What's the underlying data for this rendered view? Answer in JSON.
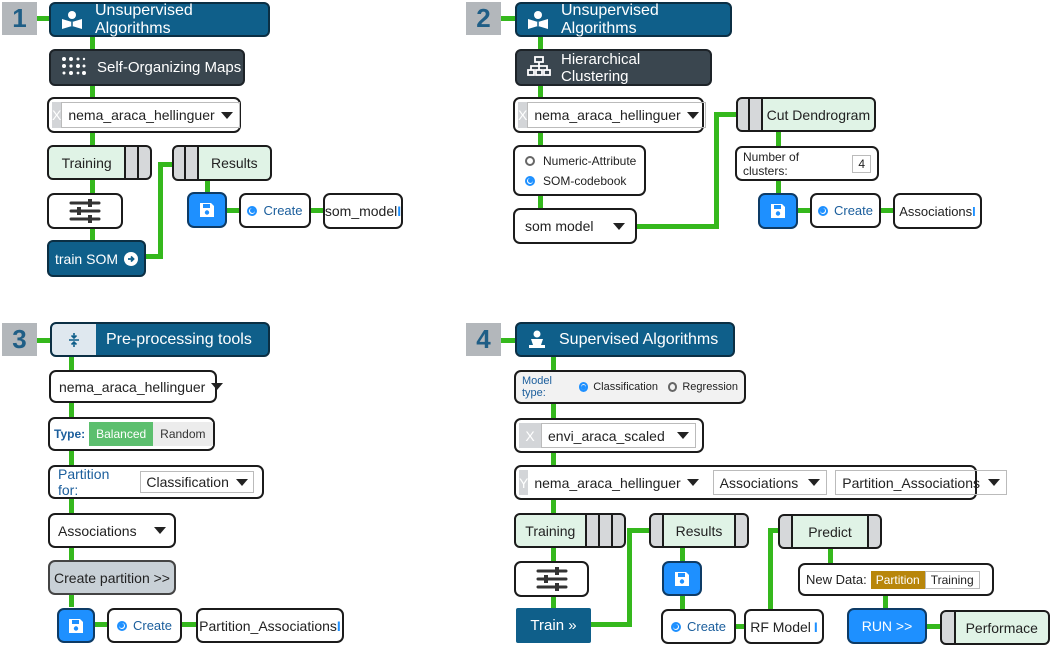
{
  "panel1": {
    "number": "1",
    "header": "Unsupervised Algorithms",
    "method": "Self-Organizing Maps",
    "dataset_clear": "X",
    "dataset": "nema_araca_hellinguer",
    "tab_training": "Training",
    "tab_results": "Results",
    "train_button": "train SOM",
    "train_icon": "arrow-circle-right-icon",
    "create_label": "Create",
    "model_name": "som_model",
    "cursor": "I"
  },
  "panel2": {
    "number": "2",
    "header": "Unsupervised Algorithms",
    "method": "Hierarchical Clustering",
    "dataset_clear": "X",
    "dataset": "nema_araca_hellinguer",
    "option_numeric": "Numeric-Attribute",
    "option_som": "SOM-codebook",
    "model_select": "som model",
    "tab_cut": "Cut Dendrogram",
    "clusters_label": "Number of clusters:",
    "clusters_value": "4",
    "create_label": "Create",
    "assoc_name": "Associations",
    "cursor": "I"
  },
  "panel3": {
    "number": "3",
    "header": "Pre-processing tools",
    "dataset": "nema_araca_hellinguer",
    "type_label": "Type:",
    "type_balanced": "Balanced",
    "type_random": "Random",
    "partition_label": "Partition for:",
    "partition_value": "Classification",
    "assoc_select": "Associations",
    "create_partition": "Create partition >>",
    "create_label": "Create",
    "partition_name": "Partition_Associations",
    "cursor": "I"
  },
  "panel4": {
    "number": "4",
    "header": "Supervised Algorithms",
    "model_type_label": "Model type:",
    "option_classification": "Classification",
    "option_regression": "Regression",
    "x_clear": "X",
    "x_dataset": "envi_araca_scaled",
    "y_clear": "Y",
    "y_dataset": "nema_araca_hellinguer",
    "y_select2": "Associations",
    "y_select3": "Partition_Associations",
    "tab_training": "Training",
    "tab_results": "Results",
    "tab_predict": "Predict",
    "train_button": "Train »",
    "create_label": "Create",
    "model_name": "RF Model",
    "cursor": "I",
    "new_data_label": "New Data:",
    "nd_partition": "Partition",
    "nd_training": "Training",
    "run_button": "RUN >>",
    "performance": "Performace"
  },
  "colors": {
    "header_blue": "#0f5f8a",
    "connector_green": "#35b81d",
    "save_blue": "#1e90ff",
    "tab_green": "#e0f3e6",
    "balanced_green": "#5cbf6e",
    "partition_gold": "#b8860b"
  }
}
